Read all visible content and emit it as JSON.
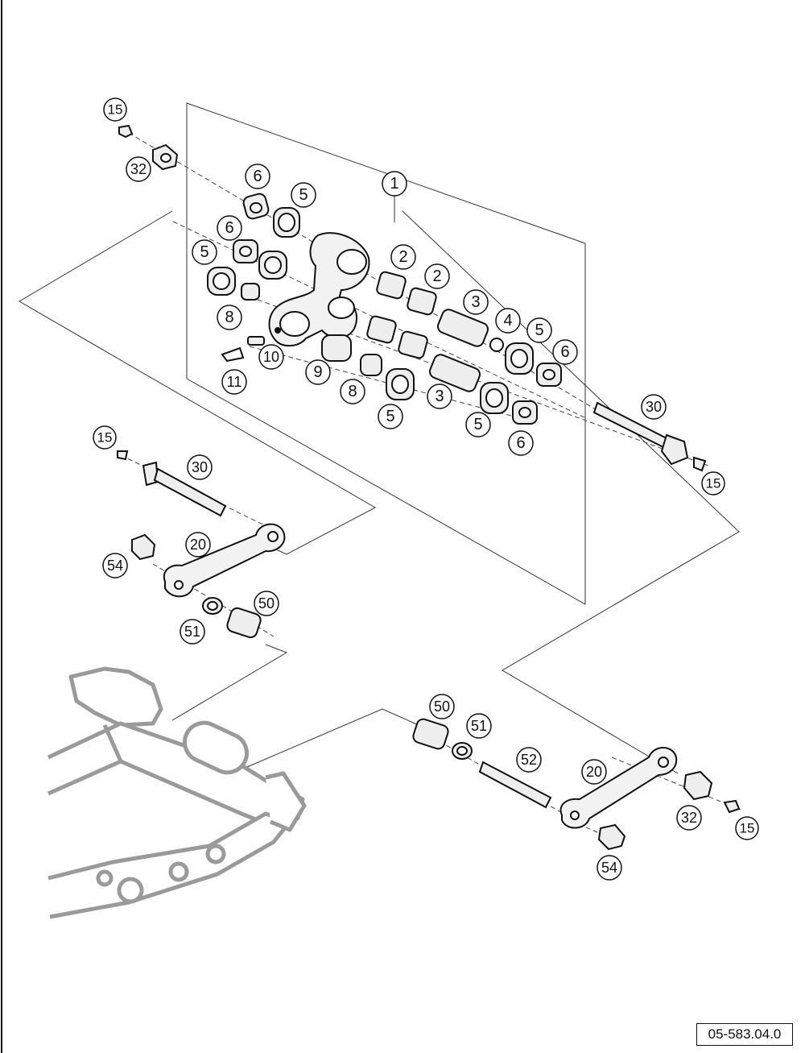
{
  "diagram_code": "05-583.04.0",
  "callouts": [
    {
      "id": "c1",
      "label": "1"
    },
    {
      "id": "c2a",
      "label": "2"
    },
    {
      "id": "c2b",
      "label": "2"
    },
    {
      "id": "c3a",
      "label": "3"
    },
    {
      "id": "c3b",
      "label": "3"
    },
    {
      "id": "c4",
      "label": "4"
    },
    {
      "id": "c5a",
      "label": "5"
    },
    {
      "id": "c5b",
      "label": "5"
    },
    {
      "id": "c5c",
      "label": "5"
    },
    {
      "id": "c5d",
      "label": "5"
    },
    {
      "id": "c5e",
      "label": "5"
    },
    {
      "id": "c6a",
      "label": "6"
    },
    {
      "id": "c6b",
      "label": "6"
    },
    {
      "id": "c6c",
      "label": "6"
    },
    {
      "id": "c6d",
      "label": "6"
    },
    {
      "id": "c8a",
      "label": "8"
    },
    {
      "id": "c8b",
      "label": "8"
    },
    {
      "id": "c9",
      "label": "9"
    },
    {
      "id": "c10",
      "label": "10"
    },
    {
      "id": "c11",
      "label": "11"
    },
    {
      "id": "c15a",
      "label": "15"
    },
    {
      "id": "c15b",
      "label": "15"
    },
    {
      "id": "c15c",
      "label": "15"
    },
    {
      "id": "c15d",
      "label": "15"
    },
    {
      "id": "c20a",
      "label": "20"
    },
    {
      "id": "c20b",
      "label": "20"
    },
    {
      "id": "c30a",
      "label": "30"
    },
    {
      "id": "c30b",
      "label": "30"
    },
    {
      "id": "c32a",
      "label": "32"
    },
    {
      "id": "c32b",
      "label": "32"
    },
    {
      "id": "c50a",
      "label": "50"
    },
    {
      "id": "c50b",
      "label": "50"
    },
    {
      "id": "c51a",
      "label": "51"
    },
    {
      "id": "c51b",
      "label": "51"
    },
    {
      "id": "c52",
      "label": "52"
    },
    {
      "id": "c54a",
      "label": "54"
    },
    {
      "id": "c54b",
      "label": "54"
    }
  ]
}
